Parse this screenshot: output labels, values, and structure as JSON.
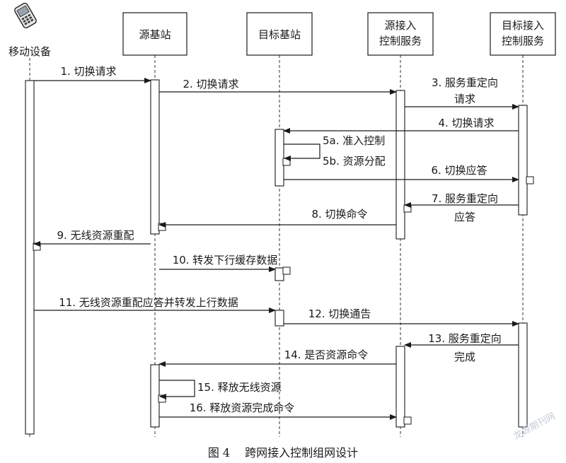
{
  "participants": [
    {
      "id": "mobile",
      "label_lines": [
        "移动设备"
      ],
      "has_phone_icon": true
    },
    {
      "id": "source_bs",
      "label_lines": [
        "源基站"
      ]
    },
    {
      "id": "target_bs",
      "label_lines": [
        "目标基站"
      ]
    },
    {
      "id": "source_acs",
      "label_lines": [
        "源接入",
        "控制服务"
      ]
    },
    {
      "id": "target_acs",
      "label_lines": [
        "目标接入",
        "控制服务"
      ]
    }
  ],
  "messages": [
    {
      "id": "m1",
      "from": "mobile",
      "to": "source_bs",
      "label_lines": [
        "1. 切换请求"
      ]
    },
    {
      "id": "m2",
      "from": "source_bs",
      "to": "source_acs",
      "label_lines": [
        "2. 切换请求"
      ]
    },
    {
      "id": "m3",
      "from": "source_acs",
      "to": "target_acs",
      "label_lines": [
        "3. 服务重定向",
        "请求"
      ]
    },
    {
      "id": "m4",
      "from": "target_acs",
      "to": "target_bs",
      "label_lines": [
        "4. 切换请求"
      ]
    },
    {
      "id": "m5a",
      "from": "target_bs",
      "to": "target_bs",
      "label_lines": [
        "5a. 准入控制"
      ]
    },
    {
      "id": "m5b",
      "from": "target_bs",
      "to": "target_bs",
      "label_lines": [
        "5b. 资源分配"
      ]
    },
    {
      "id": "m6",
      "from": "target_bs",
      "to": "target_acs",
      "label_lines": [
        "6. 切换应答"
      ]
    },
    {
      "id": "m7",
      "from": "target_acs",
      "to": "source_acs",
      "label_lines": [
        "7. 服务重定向",
        "应答"
      ]
    },
    {
      "id": "m8",
      "from": "source_acs",
      "to": "source_bs",
      "label_lines": [
        "8. 切换命令"
      ]
    },
    {
      "id": "m9",
      "from": "source_bs",
      "to": "mobile",
      "label_lines": [
        "9. 无线资源重配"
      ]
    },
    {
      "id": "m10",
      "from": "source_bs",
      "to": "target_bs",
      "label_lines": [
        "10. 转发下行缓存数据"
      ]
    },
    {
      "id": "m11",
      "from": "mobile",
      "to": "target_bs",
      "label_lines": [
        "11. 无线资源重配应答并转发上行数据"
      ]
    },
    {
      "id": "m12",
      "from": "target_bs",
      "to": "target_acs",
      "label_lines": [
        "12. 切换通告"
      ]
    },
    {
      "id": "m13",
      "from": "target_acs",
      "to": "source_acs",
      "label_lines": [
        "13. 服务重定向",
        "完成"
      ]
    },
    {
      "id": "m14",
      "from": "source_acs",
      "to": "source_bs",
      "label_lines": [
        "14. 是否资源命令"
      ]
    },
    {
      "id": "m15",
      "from": "source_bs",
      "to": "source_bs",
      "label_lines": [
        "15. 释放无线资源"
      ]
    },
    {
      "id": "m16",
      "from": "source_bs",
      "to": "source_acs",
      "label_lines": [
        "16. 释放资源完成命令"
      ]
    }
  ],
  "caption": "图 4　 跨网接入控制组网设计",
  "watermark": "龙源期刊网",
  "colors": {
    "line": "#1a1a1a",
    "lifeline": "#333333",
    "text": "#1a1a1a",
    "watermark": "#c4cdd6"
  }
}
